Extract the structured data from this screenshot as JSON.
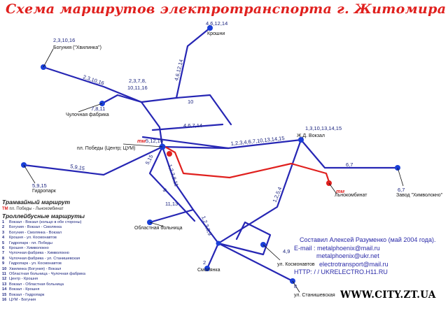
{
  "title": "Схема маршрутов электротранспорта г. Житомира",
  "labels": {
    "boguniya": "Богуния (\"Хвилинка\")",
    "krosheni": "Крошни",
    "chulochnaya": "Чулочная фабрика",
    "pl_pobedy": "пл. Победы (Центр; ЦУМ)",
    "zd_vokzal": "Ж.Д. Вокзал",
    "gidropark": "Гидропарк",
    "obl_bolnica": "Областная больница",
    "zavod": "Завод \"Химволокно\"",
    "lnk": "Льнокомбинат",
    "smolyanka": "Смолянка",
    "kosmonavtov": "ул. Космонавтов",
    "stanishevka": "ул. Станишевская"
  },
  "route_numbers": {
    "n_2_3_10_16": "2,3,10,16",
    "n_2_3_10_16b": "2,3,10,16",
    "n_4_6_12_14": "4,6,12,14",
    "n_4_6_12_14b": "4,6,12,14",
    "n_2_3_7_8": "2,3,7,8,",
    "n_10_11_16": "10,11,16",
    "n_7_8_11": "7,8,11",
    "n_10": "10",
    "n_4_6_7_14": "4,6,7,14",
    "n_1_3_10_13_14_15": "1,3,10,13,14,15",
    "n_tm_5_12_16": "5,12,16",
    "n_long": "1,2,3,4,6,7,10,13,14,15",
    "n_5_9_15": "5,9,15",
    "n_5_9_15b": "5,9,15",
    "n_5_15": "5,15",
    "n_9": "9",
    "n_1_2_3_8_11": "1,2,3,8,11",
    "n_6_7": "6,7",
    "n_6_7b": "6,7",
    "n_1_2_5_4": "1,2,5,4",
    "n_11_13": "11,13",
    "n_1_2_3_8_9": "1,2,3,8,9",
    "n_2": "2",
    "n_4_9": "4,9",
    "n_8": "8",
    "tm_a": "тм",
    "tm_b": "тм"
  },
  "legend": {
    "tram_title": "Трамвайный маршрут",
    "tram_code": "ТМ",
    "tram_desc": "пл. Победы - Льнокомбинат",
    "troll_title": "Троллейбусные маршруты",
    "routes": [
      {
        "n": "1",
        "t": "Вокзал - Вокзал (кольцо в обе стороны)"
      },
      {
        "n": "2",
        "t": "Богуния - Вокзал - Смолянка"
      },
      {
        "n": "3",
        "t": "Богуния - Смолянка - Вокзал"
      },
      {
        "n": "4",
        "t": "Крошня - ул. Космонавтов"
      },
      {
        "n": "5",
        "t": "Гидропарк - пл. Победы"
      },
      {
        "n": "6",
        "t": "Крошня - Химволокно"
      },
      {
        "n": "7",
        "t": "Чулочная фабрика - Химволокно"
      },
      {
        "n": "8",
        "t": "Чулочная фабрика - ул. Станишевская"
      },
      {
        "n": "9",
        "t": "Гидропарк - ул. Космонавтов"
      },
      {
        "n": "10",
        "t": "Хвилинка (Богуния) - Вокзал"
      },
      {
        "n": "11",
        "t": "Областная больница - Чулочная фабрика"
      },
      {
        "n": "12",
        "t": "Центр - Крошня"
      },
      {
        "n": "13",
        "t": "Вокзал - Областная больница"
      },
      {
        "n": "14",
        "t": "Вокзал - Крошня"
      },
      {
        "n": "15",
        "t": "Вокзал - Гидропарк"
      },
      {
        "n": "16",
        "t": "ЦУМ - Богуния"
      }
    ]
  },
  "contacts": {
    "author": "Составил Алексей Разуменко (май 2004 года).",
    "email_label": "E-mail :",
    "email1": "metalphoenix@mail.ru",
    "email2": "metalphoenix@ukr.net",
    "email3": "electrotransport@mail.ru",
    "http": "HTTP: / / UKRELECTRO.H11.RU"
  },
  "site": "WWW.CITY.ZT.UA",
  "colors": {
    "title": "#e0201e",
    "route": "#2626b4",
    "tram": "#e0201e",
    "stop": "#1a3fd8"
  }
}
